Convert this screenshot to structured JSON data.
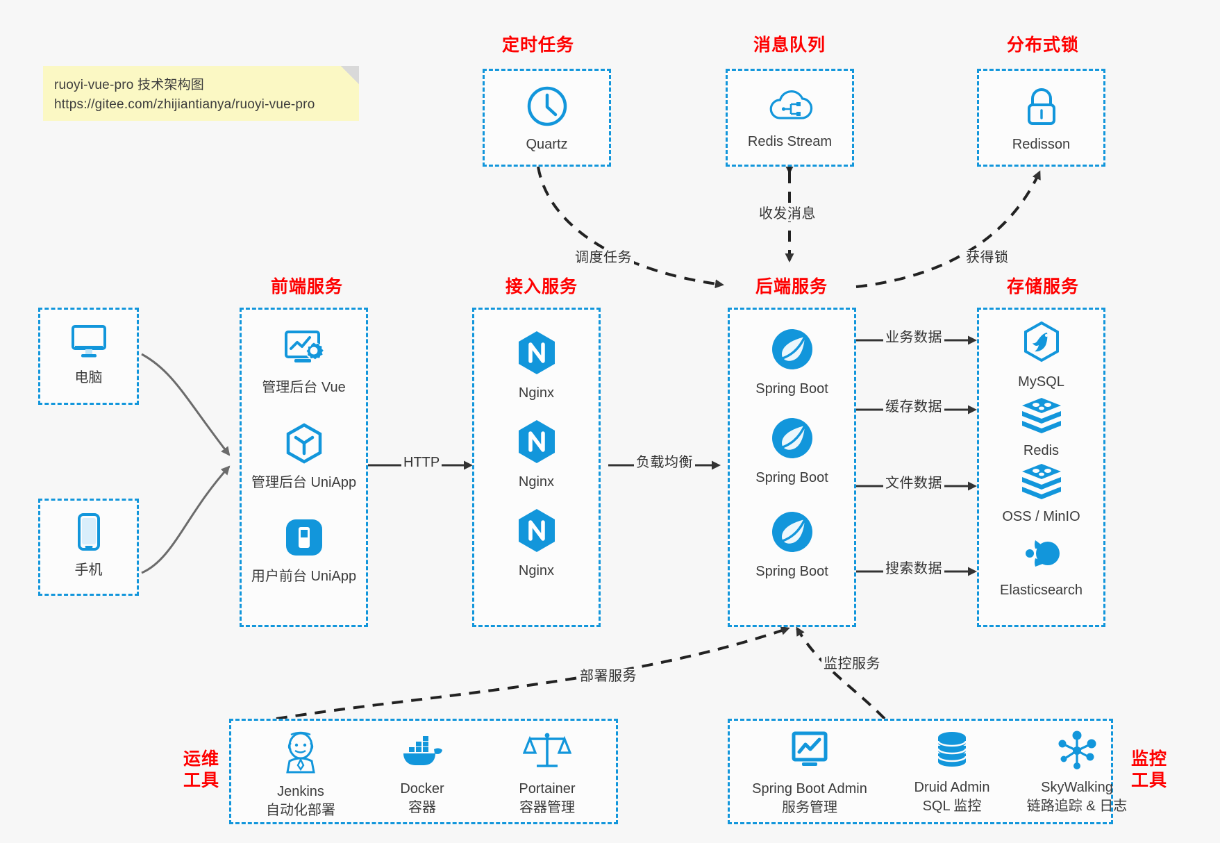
{
  "note": {
    "line1": "ruoyi-vue-pro 技术架构图",
    "line2": "https://gitee.com/zhijiantianya/ruoyi-vue-pro"
  },
  "colors": {
    "accent": "#1296db",
    "group_title": "#fe0000",
    "text": "#3c3c3c",
    "note_bg": "#fbf8c4",
    "background": "#f7f7f7",
    "arrow": "#333333"
  },
  "groups": {
    "scheduler": {
      "title": "定时任务",
      "nodes": [
        {
          "label": "Quartz",
          "icon": "clock-icon"
        }
      ]
    },
    "mq": {
      "title": "消息队列",
      "nodes": [
        {
          "label": "Redis Stream",
          "icon": "cloud-stream-icon"
        }
      ]
    },
    "lock": {
      "title": "分布式锁",
      "nodes": [
        {
          "label": "Redisson",
          "icon": "lock-icon"
        }
      ]
    },
    "client_pc": {
      "title": "",
      "nodes": [
        {
          "label": "电脑",
          "icon": "monitor-icon"
        }
      ]
    },
    "client_phone": {
      "title": "",
      "nodes": [
        {
          "label": "手机",
          "icon": "phone-icon"
        }
      ]
    },
    "frontend": {
      "title": "前端服务",
      "nodes": [
        {
          "label": "管理后台 Vue",
          "icon": "dashboard-gear-icon"
        },
        {
          "label": "管理后台 UniApp",
          "icon": "cube-icon"
        },
        {
          "label": "用户前台 UniApp",
          "icon": "mobile-app-icon"
        }
      ]
    },
    "gateway": {
      "title": "接入服务",
      "nodes": [
        {
          "label": "Nginx",
          "icon": "nginx-icon"
        },
        {
          "label": "Nginx",
          "icon": "nginx-icon"
        },
        {
          "label": "Nginx",
          "icon": "nginx-icon"
        }
      ]
    },
    "backend": {
      "title": "后端服务",
      "nodes": [
        {
          "label": "Spring Boot",
          "icon": "spring-boot-icon"
        },
        {
          "label": "Spring Boot",
          "icon": "spring-boot-icon"
        },
        {
          "label": "Spring Boot",
          "icon": "spring-boot-icon"
        }
      ]
    },
    "storage": {
      "title": "存储服务",
      "nodes": [
        {
          "label": "MySQL",
          "icon": "mysql-icon"
        },
        {
          "label": "Redis",
          "icon": "redis-icon"
        },
        {
          "label": "OSS / MinIO",
          "icon": "oss-icon"
        },
        {
          "label": "Elasticsearch",
          "icon": "elasticsearch-icon"
        }
      ]
    },
    "ops": {
      "title_line1": "运维",
      "title_line2": "工具",
      "nodes": [
        {
          "label": "Jenkins",
          "sub": "自动化部署",
          "icon": "jenkins-icon"
        },
        {
          "label": "Docker",
          "sub": "容器",
          "icon": "docker-icon"
        },
        {
          "label": "Portainer",
          "sub": "容器管理",
          "icon": "portainer-scale-icon"
        }
      ]
    },
    "monitor": {
      "title_line1": "监控",
      "title_line2": "工具",
      "nodes": [
        {
          "label": "Spring Boot Admin",
          "sub": "服务管理",
          "icon": "monitor-chart-icon"
        },
        {
          "label": "Druid Admin",
          "sub": "SQL 监控",
          "icon": "database-icon"
        },
        {
          "label": "SkyWalking",
          "sub": "链路追踪 & 日志",
          "icon": "skywalking-icon"
        }
      ]
    }
  },
  "edges": [
    {
      "name": "scheduler-to-backend",
      "label": "调度任务"
    },
    {
      "name": "mq-to-backend",
      "label": "收发消息"
    },
    {
      "name": "backend-to-lock",
      "label": "获得锁"
    },
    {
      "name": "frontend-to-gateway",
      "label": "HTTP"
    },
    {
      "name": "gateway-to-backend",
      "label": "负载均衡"
    },
    {
      "name": "backend-to-mysql",
      "label": "业务数据"
    },
    {
      "name": "backend-to-redis",
      "label": "缓存数据"
    },
    {
      "name": "backend-to-oss",
      "label": "文件数据"
    },
    {
      "name": "backend-to-es",
      "label": "搜索数据"
    },
    {
      "name": "ops-to-backend",
      "label": "部署服务"
    },
    {
      "name": "monitor-to-backend",
      "label": "监控服务"
    }
  ]
}
